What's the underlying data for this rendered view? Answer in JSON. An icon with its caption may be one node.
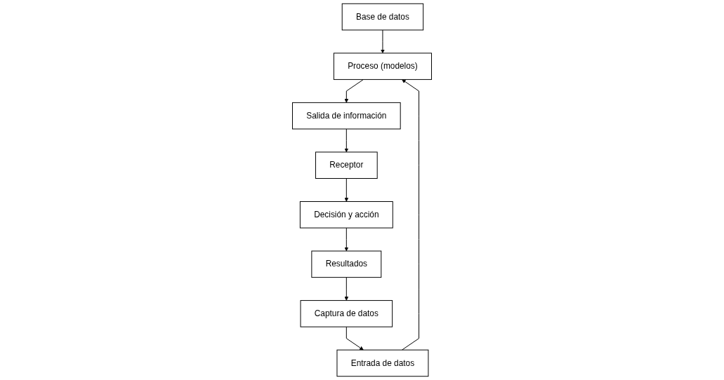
{
  "diagram": {
    "nodes": [
      {
        "text": [
          "Proceso (modelos)"
        ]
      },
      {
        "text": [
          "Entrada de datos"
        ]
      },
      {
        "text": [
          "Salida de información"
        ]
      },
      {
        "text": [
          "Base de datos"
        ]
      },
      {
        "text": [
          "Captura de datos"
        ]
      },
      {
        "text": [
          "Receptor"
        ]
      },
      {
        "text": [
          "Resultados"
        ]
      },
      {
        "text": [
          "Decisión y acción"
        ]
      }
    ],
    "edges": [
      {
        "from": 1,
        "to": 0,
        "arrow": "to"
      },
      {
        "from": 0,
        "to": 2,
        "arrow": "to"
      },
      {
        "from": 3,
        "to": 0,
        "arrow": "to"
      },
      {
        "from": 2,
        "to": 5,
        "arrow": "to"
      },
      {
        "from": 5,
        "to": 7,
        "arrow": "to"
      },
      {
        "from": 7,
        "to": 6,
        "arrow": "to"
      },
      {
        "from": 6,
        "to": 4,
        "arrow": "to"
      },
      {
        "from": 4,
        "to": 1,
        "arrow": "to"
      }
    ]
  }
}
